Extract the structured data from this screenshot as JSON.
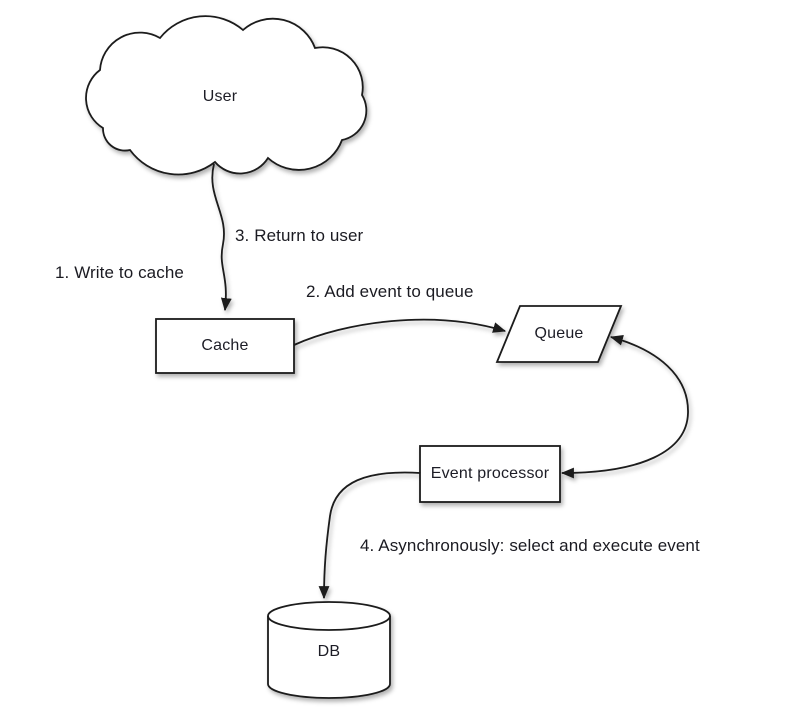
{
  "diagram": {
    "colors": {
      "background": "#ffffff",
      "stroke": "#1a1a1a",
      "shape_fill": "#ffffff",
      "text": "#1d1d26"
    },
    "nodes": [
      {
        "id": "user",
        "shape": "cloud",
        "label": "User"
      },
      {
        "id": "cache",
        "shape": "rectangle",
        "label": "Cache"
      },
      {
        "id": "queue",
        "shape": "parallelogram",
        "label": "Queue"
      },
      {
        "id": "event-processor",
        "shape": "rectangle",
        "label": "Event processor"
      },
      {
        "id": "db",
        "shape": "cylinder",
        "label": "DB"
      }
    ],
    "steps": [
      {
        "text": "1. Write to cache",
        "edge": "user-to-cache"
      },
      {
        "text": "2. Add event to queue",
        "edge": "cache-to-queue"
      },
      {
        "text": "3. Return to user",
        "edge": "user-to-cache"
      },
      {
        "text": "4. Asynchronously: select and execute event",
        "edge": "event-processor-to-db"
      }
    ],
    "edges": [
      {
        "from": "user",
        "to": "cache",
        "style": "single-arrow"
      },
      {
        "from": "cache",
        "to": "queue",
        "style": "single-arrow"
      },
      {
        "from": "queue",
        "to": "event-processor",
        "style": "double-arrow"
      },
      {
        "from": "event-processor",
        "to": "db",
        "style": "single-arrow"
      }
    ]
  }
}
